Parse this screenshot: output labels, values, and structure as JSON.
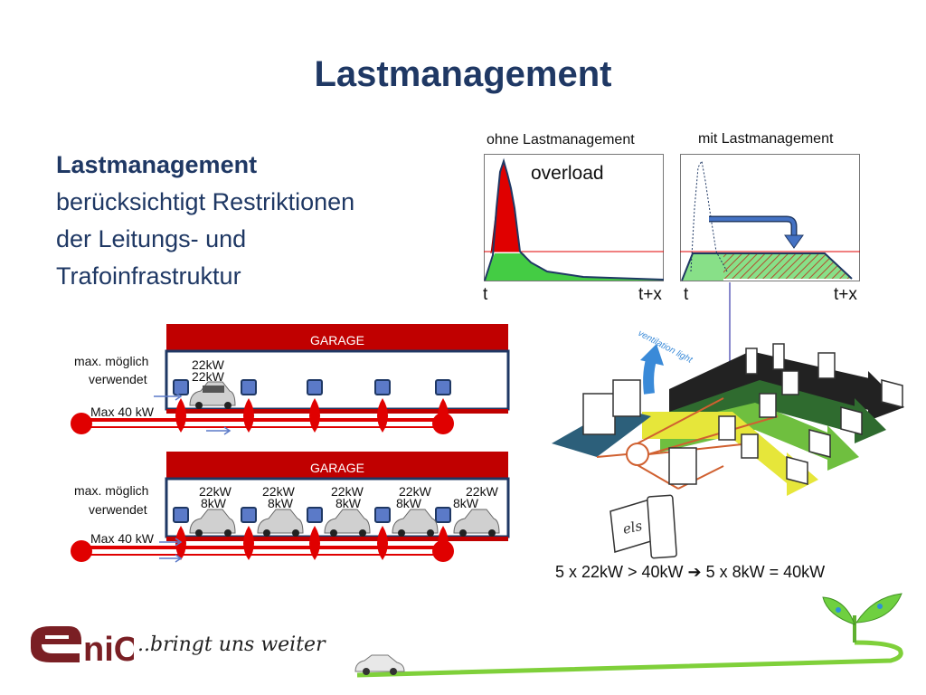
{
  "title": "Lastmanagement",
  "intro": {
    "bold": "Lastmanagement",
    "lines": [
      "berücksichtigt Restriktionen",
      "der Leitungs- und",
      "Trafoinfrastruktur"
    ]
  },
  "chart_left": {
    "title": "ohne Lastmanagement",
    "overload_label": "overload",
    "t_start": "t",
    "t_end": "t+x"
  },
  "chart_right": {
    "title": "mit Lastmanagement",
    "t_start": "t",
    "t_end": "t+x"
  },
  "garage_top": {
    "header": "GARAGE",
    "label_possible": "max. möglich",
    "label_used": "verwendet",
    "label_max": "Max 40 kW",
    "kw_possible": "22kW",
    "kw_used": "22kW"
  },
  "garage_bottom": {
    "header": "GARAGE",
    "label_possible": "max. möglich",
    "label_used": "verwendet",
    "label_max": "Max 40 kW",
    "kw_possible": [
      "22kW",
      "22kW",
      "22kW",
      "22kW",
      "22kW"
    ],
    "kw_used": [
      "8kW",
      "8kW",
      "8kW",
      "8kW",
      "8kW"
    ]
  },
  "equation": "5 x 22kW > 40kW ➔ 5 x 8kW = 40kW",
  "logo": {
    "text": "eniO",
    "tagline": "..bringt uns  weiter"
  },
  "diagram_labels": {
    "ventilation": "ventilation light",
    "device": "els"
  },
  "colors": {
    "title": "#1f3864",
    "garage": "#c00000",
    "red_fill": "#e00000",
    "green_fill": "#44cc44",
    "green_light": "#88e088"
  }
}
